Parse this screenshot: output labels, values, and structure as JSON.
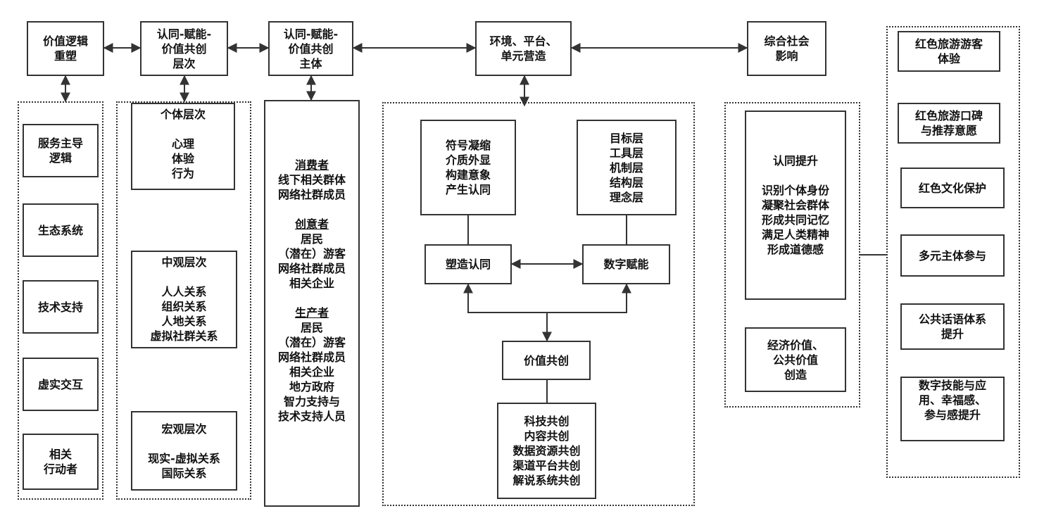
{
  "header": {
    "value_logic": [
      "价值逻辑",
      "重塑"
    ],
    "levels": [
      "认同-赋能-",
      "价值共创",
      "层次"
    ],
    "subjects": [
      "认同-赋能-",
      "价值共创",
      "主体"
    ],
    "environment": [
      "环境、平台、",
      "单元营造"
    ],
    "social": [
      "综合社会",
      "影响"
    ]
  },
  "logic_items": [
    [
      "服务主导",
      "逻辑"
    ],
    [
      "生态系统"
    ],
    [
      "技术支持"
    ],
    [
      "虚实交互"
    ],
    [
      "相关",
      "行动者"
    ]
  ],
  "level_boxes": [
    {
      "title": "个体层次",
      "lines": [
        "心理",
        "体验",
        "行为"
      ]
    },
    {
      "title": "中观层次",
      "lines": [
        "人人关系",
        "组织关系",
        "人地关系",
        "虚拟社群关系"
      ]
    },
    {
      "title": "宏观层次",
      "lines": [
        "现实-虚拟关系",
        "国际关系"
      ]
    }
  ],
  "subject_groups": [
    {
      "title": "消费者",
      "lines": [
        "线下相关群体",
        "网络社群成员"
      ]
    },
    {
      "title": "创意者",
      "lines": [
        "居民",
        "（潜在）游客",
        "网络社群成员",
        "相关企业"
      ]
    },
    {
      "title": "生产者",
      "lines": [
        "居民",
        "（潜在）游客",
        "网络社群成员",
        "相关企业",
        "地方政府",
        "智力支持与",
        "技术支持人员"
      ]
    }
  ],
  "environment": {
    "symbols": [
      "符号凝缩",
      "介质外显",
      "构建意象",
      "产生认同"
    ],
    "layers": [
      "目标层",
      "工具层",
      "机制层",
      "结构层",
      "理念层"
    ],
    "identity": "塑造认同",
    "digital": "数字赋能",
    "cocreation": "价值共创",
    "cocreation_items": [
      "科技共创",
      "内容共创",
      "数据资源共创",
      "渠道平台共创",
      "解说系统共创"
    ]
  },
  "social_impact": {
    "identity_title": "认同提升",
    "identity_lines": [
      "识别个体身份",
      "凝聚社会群体",
      "形成共同记忆",
      "满足人类精神",
      "形成道德感"
    ],
    "economic": [
      "经济价值、",
      "公共价值",
      "创造"
    ]
  },
  "outcomes": [
    [
      "红色旅游游客",
      "体验"
    ],
    [
      "红色旅游口碑",
      "与推荐意愿"
    ],
    [
      "红色文化保护"
    ],
    [
      "多元主体参与"
    ],
    [
      "公共话语体系",
      "提升"
    ],
    [
      "数字技能与应",
      "用、幸福感、",
      "参与感提升"
    ]
  ],
  "colors": {
    "line": "#333333",
    "background": "#ffffff"
  }
}
